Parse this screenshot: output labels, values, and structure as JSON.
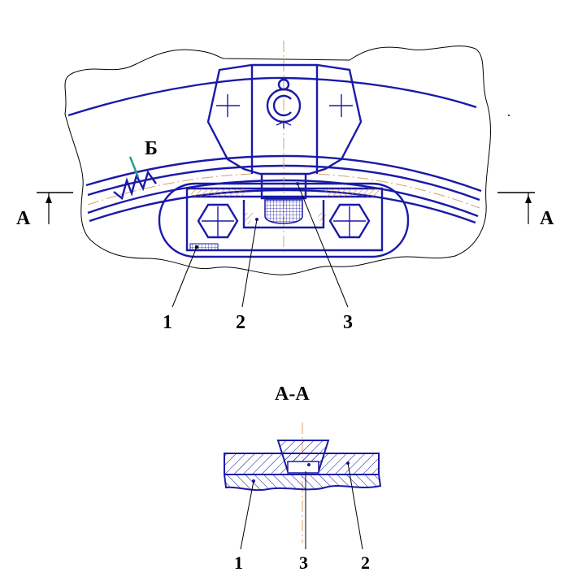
{
  "labels": {
    "view_b": "Б",
    "section_a_left": "A",
    "section_a_right": "A",
    "top_part_1": "1",
    "top_part_2": "2",
    "top_part_3": "3",
    "section_title": "A-A",
    "bottom_part_1": "1",
    "bottom_part_3": "3",
    "bottom_part_2": "2"
  },
  "colors": {
    "contour": "#1a1aa8",
    "outline": "#000000",
    "centerline": "#d9a066",
    "leader_b": "#2a9d8f"
  }
}
